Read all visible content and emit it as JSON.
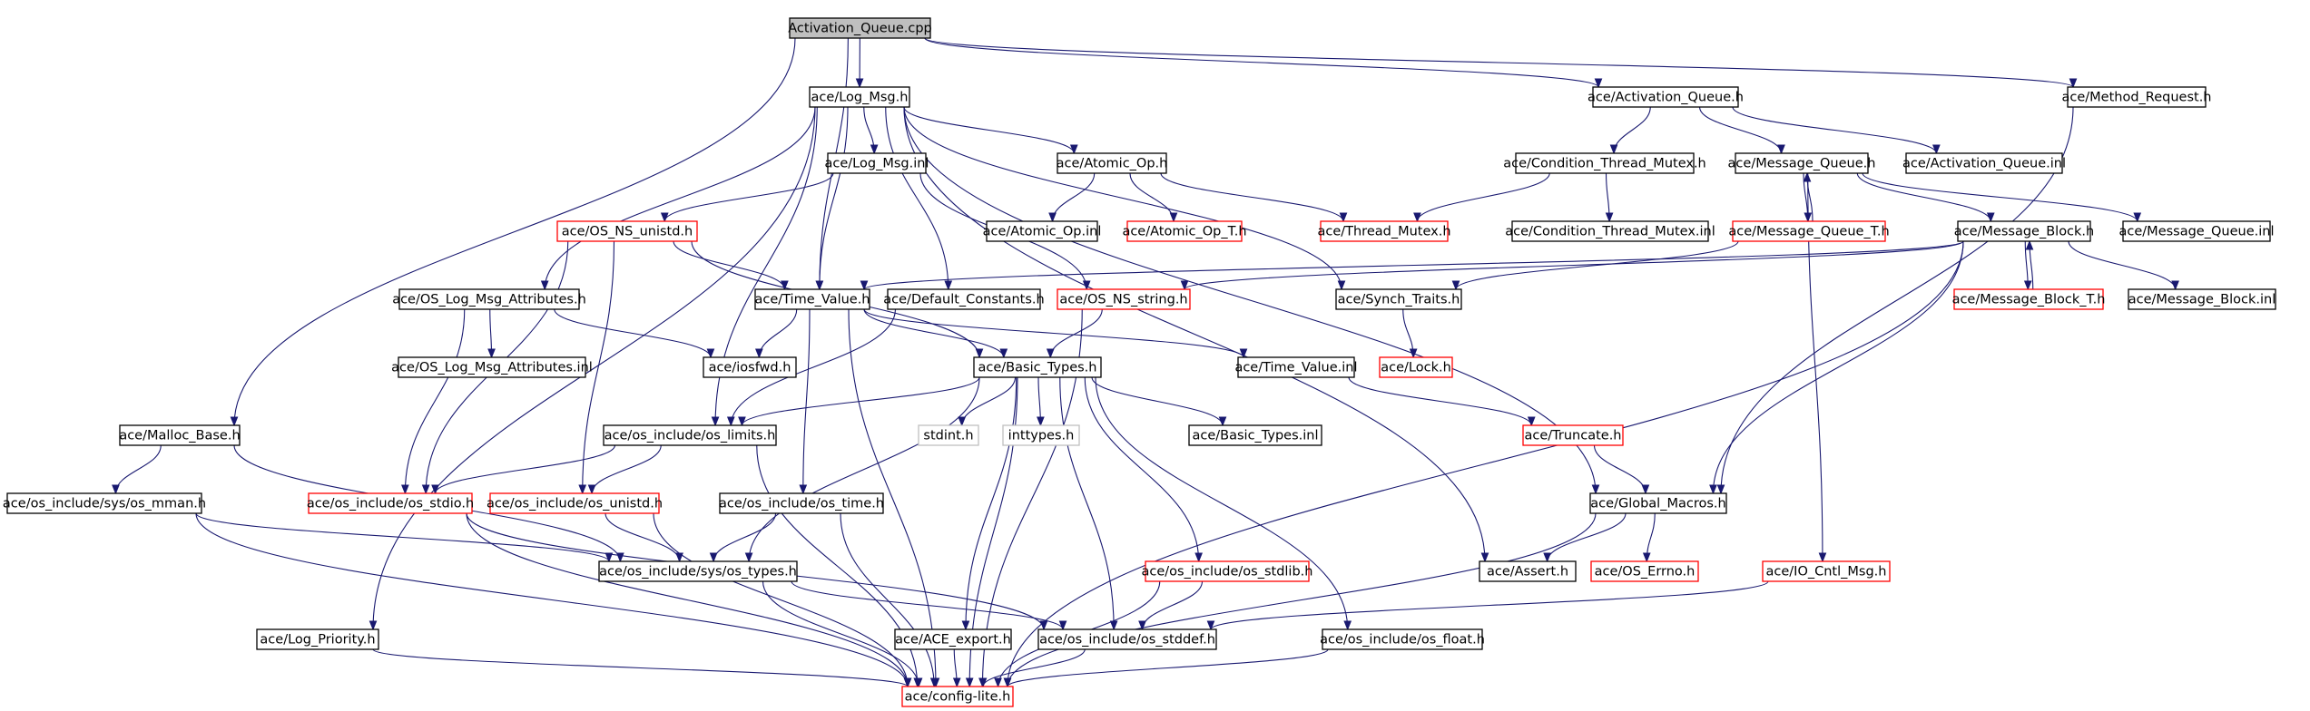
{
  "graph": {
    "colors": {
      "edge": "#191970",
      "border_default": "#000000",
      "border_red": "#ff0000",
      "border_gray": "#bfbfbf",
      "root_fill": "#bfbfbf",
      "fill": "#ffffff"
    },
    "nodes": [
      {
        "id": "activation_queue_cpp",
        "label": "Activation_Queue.cpp",
        "style": "root"
      },
      {
        "id": "log_msg_h",
        "label": "ace/Log_Msg.h",
        "style": "default"
      },
      {
        "id": "activation_queue_h",
        "label": "ace/Activation_Queue.h",
        "style": "default"
      },
      {
        "id": "method_request_h",
        "label": "ace/Method_Request.h",
        "style": "default"
      },
      {
        "id": "log_msg_inl",
        "label": "ace/Log_Msg.inl",
        "style": "default"
      },
      {
        "id": "atomic_op_h",
        "label": "ace/Atomic_Op.h",
        "style": "default"
      },
      {
        "id": "condition_thread_mutex_h",
        "label": "ace/Condition_Thread_Mutex.h",
        "style": "default"
      },
      {
        "id": "message_queue_h",
        "label": "ace/Message_Queue.h",
        "style": "default"
      },
      {
        "id": "activation_queue_inl",
        "label": "ace/Activation_Queue.inl",
        "style": "default"
      },
      {
        "id": "os_ns_unistd_h",
        "label": "ace/OS_NS_unistd.h",
        "style": "red"
      },
      {
        "id": "atomic_op_inl",
        "label": "ace/Atomic_Op.inl",
        "style": "default"
      },
      {
        "id": "atomic_op_t_h",
        "label": "ace/Atomic_Op_T.h",
        "style": "red"
      },
      {
        "id": "thread_mutex_h",
        "label": "ace/Thread_Mutex.h",
        "style": "red"
      },
      {
        "id": "condition_thread_mutex_inl",
        "label": "ace/Condition_Thread_Mutex.inl",
        "style": "default"
      },
      {
        "id": "message_queue_t_h",
        "label": "ace/Message_Queue_T.h",
        "style": "red"
      },
      {
        "id": "message_block_h",
        "label": "ace/Message_Block.h",
        "style": "default"
      },
      {
        "id": "message_queue_inl",
        "label": "ace/Message_Queue.inl",
        "style": "default"
      },
      {
        "id": "os_log_msg_attributes_h",
        "label": "ace/OS_Log_Msg_Attributes.h",
        "style": "default"
      },
      {
        "id": "time_value_h",
        "label": "ace/Time_Value.h",
        "style": "default"
      },
      {
        "id": "default_constants_h",
        "label": "ace/Default_Constants.h",
        "style": "default"
      },
      {
        "id": "os_ns_string_h",
        "label": "ace/OS_NS_string.h",
        "style": "red"
      },
      {
        "id": "synch_traits_h",
        "label": "ace/Synch_Traits.h",
        "style": "default"
      },
      {
        "id": "message_block_t_h",
        "label": "ace/Message_Block_T.h",
        "style": "red"
      },
      {
        "id": "message_block_inl",
        "label": "ace/Message_Block.inl",
        "style": "default"
      },
      {
        "id": "os_log_msg_attributes_inl",
        "label": "ace/OS_Log_Msg_Attributes.inl",
        "style": "default"
      },
      {
        "id": "iosfwd_h",
        "label": "ace/iosfwd.h",
        "style": "default"
      },
      {
        "id": "basic_types_h",
        "label": "ace/Basic_Types.h",
        "style": "default"
      },
      {
        "id": "time_value_inl",
        "label": "ace/Time_Value.inl",
        "style": "default"
      },
      {
        "id": "lock_h",
        "label": "ace/Lock.h",
        "style": "red"
      },
      {
        "id": "malloc_base_h",
        "label": "ace/Malloc_Base.h",
        "style": "default"
      },
      {
        "id": "os_limits_h",
        "label": "ace/os_include/os_limits.h",
        "style": "default"
      },
      {
        "id": "stdint_h",
        "label": "stdint.h",
        "style": "gray"
      },
      {
        "id": "inttypes_h",
        "label": "inttypes.h",
        "style": "gray"
      },
      {
        "id": "basic_types_inl",
        "label": "ace/Basic_Types.inl",
        "style": "default"
      },
      {
        "id": "truncate_h",
        "label": "ace/Truncate.h",
        "style": "red"
      },
      {
        "id": "os_mman_h",
        "label": "ace/os_include/sys/os_mman.h",
        "style": "default"
      },
      {
        "id": "os_stdio_h",
        "label": "ace/os_include/os_stdio.h",
        "style": "red"
      },
      {
        "id": "os_unistd_h",
        "label": "ace/os_include/os_unistd.h",
        "style": "red"
      },
      {
        "id": "os_time_h",
        "label": "ace/os_include/os_time.h",
        "style": "default"
      },
      {
        "id": "global_macros_h",
        "label": "ace/Global_Macros.h",
        "style": "default"
      },
      {
        "id": "os_types_h",
        "label": "ace/os_include/sys/os_types.h",
        "style": "default"
      },
      {
        "id": "os_stdlib_h",
        "label": "ace/os_include/os_stdlib.h",
        "style": "red"
      },
      {
        "id": "assert_h",
        "label": "ace/Assert.h",
        "style": "default"
      },
      {
        "id": "os_errno_h",
        "label": "ace/OS_Errno.h",
        "style": "red"
      },
      {
        "id": "io_cntl_msg_h",
        "label": "ace/IO_Cntl_Msg.h",
        "style": "red"
      },
      {
        "id": "log_priority_h",
        "label": "ace/Log_Priority.h",
        "style": "default"
      },
      {
        "id": "ace_export_h",
        "label": "ace/ACE_export.h",
        "style": "default"
      },
      {
        "id": "os_stddef_h",
        "label": "ace/os_include/os_stddef.h",
        "style": "default"
      },
      {
        "id": "os_float_h",
        "label": "ace/os_include/os_float.h",
        "style": "default"
      },
      {
        "id": "config_lite_h",
        "label": "ace/config-lite.h",
        "style": "red"
      }
    ],
    "edges": [
      [
        "activation_queue_cpp",
        "log_msg_h"
      ],
      [
        "activation_queue_cpp",
        "activation_queue_h"
      ],
      [
        "activation_queue_cpp",
        "method_request_h"
      ],
      [
        "activation_queue_cpp",
        "malloc_base_h"
      ],
      [
        "activation_queue_cpp",
        "time_value_h"
      ],
      [
        "log_msg_h",
        "log_msg_inl"
      ],
      [
        "log_msg_h",
        "atomic_op_h"
      ],
      [
        "log_msg_h",
        "os_log_msg_attributes_h"
      ],
      [
        "log_msg_h",
        "default_constants_h"
      ],
      [
        "log_msg_h",
        "synch_traits_h"
      ],
      [
        "log_msg_h",
        "global_macros_h"
      ],
      [
        "log_msg_h",
        "assert_h"
      ],
      [
        "log_msg_h",
        "os_limits_h"
      ],
      [
        "log_msg_h",
        "log_priority_h"
      ],
      [
        "log_msg_h",
        "time_value_h"
      ],
      [
        "log_msg_inl",
        "os_ns_unistd_h"
      ],
      [
        "log_msg_inl",
        "os_ns_string_h"
      ],
      [
        "atomic_op_h",
        "atomic_op_inl"
      ],
      [
        "atomic_op_h",
        "atomic_op_t_h"
      ],
      [
        "atomic_op_h",
        "thread_mutex_h"
      ],
      [
        "activation_queue_h",
        "condition_thread_mutex_h"
      ],
      [
        "activation_queue_h",
        "message_queue_h"
      ],
      [
        "activation_queue_h",
        "activation_queue_inl"
      ],
      [
        "condition_thread_mutex_h",
        "thread_mutex_h"
      ],
      [
        "condition_thread_mutex_h",
        "condition_thread_mutex_inl"
      ],
      [
        "message_queue_h",
        "message_queue_t_h"
      ],
      [
        "message_queue_h",
        "message_block_h"
      ],
      [
        "message_queue_h",
        "message_queue_inl"
      ],
      [
        "message_queue_h",
        "io_cntl_msg_h"
      ],
      [
        "message_queue_t_h",
        "message_queue_h"
      ],
      [
        "message_queue_t_h",
        "synch_traits_h"
      ],
      [
        "message_block_h",
        "message_block_t_h"
      ],
      [
        "message_block_t_h",
        "message_block_h"
      ],
      [
        "message_block_h",
        "message_block_inl"
      ],
      [
        "message_block_h",
        "time_value_h"
      ],
      [
        "message_block_h",
        "os_ns_string_h"
      ],
      [
        "message_block_h",
        "global_macros_h"
      ],
      [
        "message_block_h",
        "config_lite_h"
      ],
      [
        "method_request_h",
        "global_macros_h"
      ],
      [
        "os_ns_unistd_h",
        "time_value_h"
      ],
      [
        "os_ns_unistd_h",
        "basic_types_h"
      ],
      [
        "os_ns_unistd_h",
        "os_stdio_h"
      ],
      [
        "os_ns_unistd_h",
        "os_unistd_h"
      ],
      [
        "os_log_msg_attributes_h",
        "os_log_msg_attributes_inl"
      ],
      [
        "os_log_msg_attributes_h",
        "iosfwd_h"
      ],
      [
        "os_log_msg_attributes_h",
        "os_stdio_h"
      ],
      [
        "time_value_h",
        "iosfwd_h"
      ],
      [
        "time_value_h",
        "basic_types_h"
      ],
      [
        "time_value_h",
        "time_value_inl"
      ],
      [
        "time_value_h",
        "os_time_h"
      ],
      [
        "time_value_h",
        "config_lite_h"
      ],
      [
        "default_constants_h",
        "os_limits_h"
      ],
      [
        "os_ns_string_h",
        "basic_types_h"
      ],
      [
        "os_ns_string_h",
        "config_lite_h"
      ],
      [
        "synch_traits_h",
        "lock_h"
      ],
      [
        "time_value_inl",
        "truncate_h"
      ],
      [
        "truncate_h",
        "global_macros_h"
      ],
      [
        "basic_types_h",
        "os_limits_h"
      ],
      [
        "basic_types_h",
        "stdint_h"
      ],
      [
        "basic_types_h",
        "inttypes_h"
      ],
      [
        "basic_types_h",
        "basic_types_inl"
      ],
      [
        "basic_types_h",
        "os_types_h"
      ],
      [
        "basic_types_h",
        "os_stdlib_h"
      ],
      [
        "basic_types_h",
        "ace_export_h"
      ],
      [
        "basic_types_h",
        "os_stddef_h"
      ],
      [
        "basic_types_h",
        "os_float_h"
      ],
      [
        "basic_types_h",
        "config_lite_h"
      ],
      [
        "malloc_base_h",
        "os_mman_h"
      ],
      [
        "malloc_base_h",
        "os_types_h"
      ],
      [
        "os_mman_h",
        "os_types_h"
      ],
      [
        "os_mman_h",
        "config_lite_h"
      ],
      [
        "os_limits_h",
        "os_stdio_h"
      ],
      [
        "os_limits_h",
        "os_unistd_h"
      ],
      [
        "os_limits_h",
        "config_lite_h"
      ],
      [
        "os_stdio_h",
        "os_stddef_h"
      ],
      [
        "os_stdio_h",
        "config_lite_h"
      ],
      [
        "os_unistd_h",
        "os_types_h"
      ],
      [
        "os_unistd_h",
        "config_lite_h"
      ],
      [
        "os_time_h",
        "os_types_h"
      ],
      [
        "os_time_h",
        "config_lite_h"
      ],
      [
        "os_types_h",
        "os_stddef_h"
      ],
      [
        "os_types_h",
        "config_lite_h"
      ],
      [
        "os_stdlib_h",
        "os_stddef_h"
      ],
      [
        "os_stdlib_h",
        "config_lite_h"
      ],
      [
        "global_macros_h",
        "assert_h"
      ],
      [
        "global_macros_h",
        "os_errno_h"
      ],
      [
        "global_macros_h",
        "config_lite_h"
      ],
      [
        "io_cntl_msg_h",
        "os_stddef_h"
      ],
      [
        "log_priority_h",
        "config_lite_h"
      ],
      [
        "ace_export_h",
        "config_lite_h"
      ],
      [
        "os_stddef_h",
        "config_lite_h"
      ],
      [
        "os_float_h",
        "config_lite_h"
      ]
    ]
  }
}
